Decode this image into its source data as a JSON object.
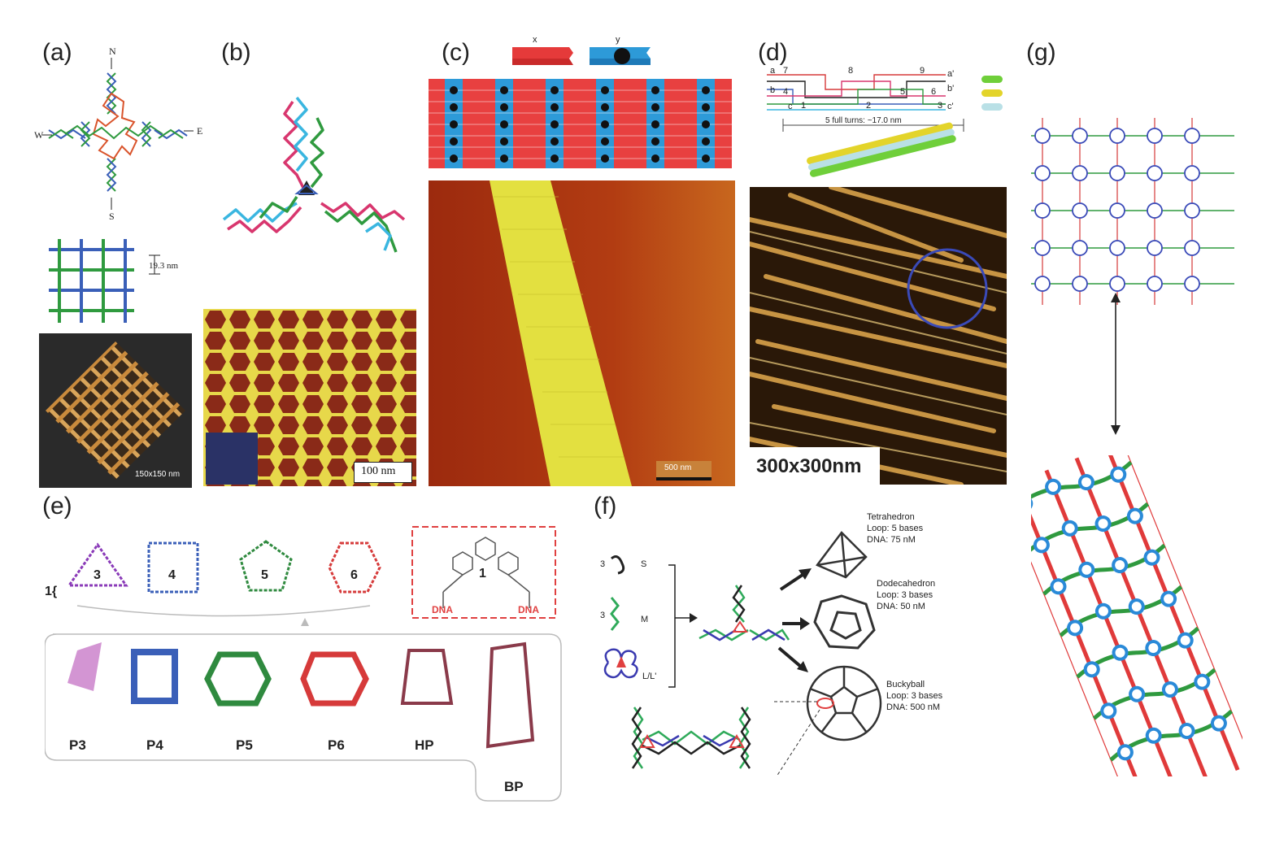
{
  "panels": {
    "a": {
      "letter": "(a)",
      "compass": {
        "n": "N",
        "s": "S",
        "w": "W",
        "e": "E"
      },
      "spacing": "19.3 nm",
      "afm_label": "150x150 nm"
    },
    "b": {
      "letter": "(b)",
      "scale": "100 nm"
    },
    "c": {
      "letter": "(c)",
      "tile_x": "x",
      "tile_y": "y",
      "scale": "500 nm"
    },
    "d": {
      "letter": "(d)",
      "strand_labels": [
        "a",
        "b",
        "c",
        "a'",
        "b'",
        "c'"
      ],
      "segment_numbers": [
        "1",
        "2",
        "3",
        "4",
        "5",
        "6",
        "7",
        "8",
        "9"
      ],
      "turns_label": "5 full turns: ~17.0 nm",
      "afm_label": "300x300nm"
    },
    "e": {
      "letter": "(e)",
      "rings": [
        "3",
        "4",
        "5",
        "6"
      ],
      "linker_prefix": "1{",
      "molecule_number": "1",
      "dna_label": "DNA",
      "prisms": [
        "P3",
        "P4",
        "P5",
        "P6",
        "HP",
        "BP"
      ]
    },
    "f": {
      "letter": "(f)",
      "strands": [
        {
          "num": "3",
          "label": "S"
        },
        {
          "num": "3",
          "label": "M"
        },
        {
          "num": "",
          "label": "L/L'"
        }
      ],
      "products": [
        {
          "name": "Tetrahedron",
          "loop": "Loop: 5 bases",
          "dna": "DNA: 75 nM"
        },
        {
          "name": "Dodecahedron",
          "loop": "Loop: 3 bases",
          "dna": "DNA: 50 nM"
        },
        {
          "name": "Buckyball",
          "loop": "Loop: 3 bases",
          "dna": "DNA: 500 nM"
        }
      ]
    },
    "g": {
      "letter": "(g)"
    }
  },
  "colors": {
    "afm_yellow": "#e6e33a",
    "afm_red": "#b5350f",
    "afm_gold": "#c9973a",
    "dna_green": "#2f9a3f",
    "dna_blue": "#3a5fb8",
    "dna_red": "#d63a3a",
    "dna_pink": "#d8366e",
    "dna_cyan": "#3ab6e0"
  }
}
